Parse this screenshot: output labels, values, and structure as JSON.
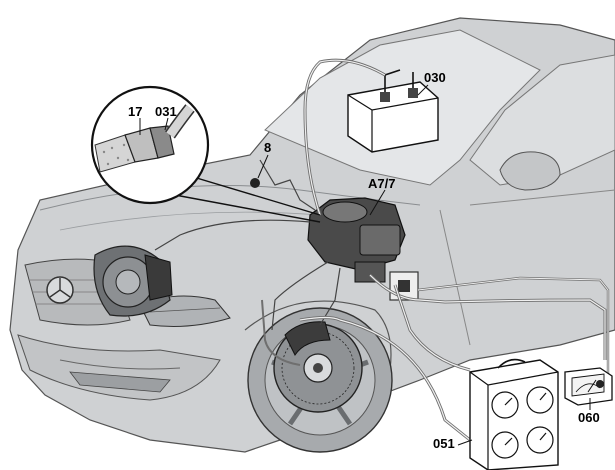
{
  "labels": {
    "inset_part_a": "17",
    "inset_part_b": "031",
    "brake_line": "8",
    "battery": "030",
    "control_unit": "A7/7",
    "tester_case": "051",
    "gauge_meter": "060"
  },
  "colors": {
    "car_body": "#cfd1d3",
    "car_shadow": "#a9acaf",
    "outline": "#555555",
    "hose": "#6f6f6f",
    "dark": "#2f2f2f"
  }
}
